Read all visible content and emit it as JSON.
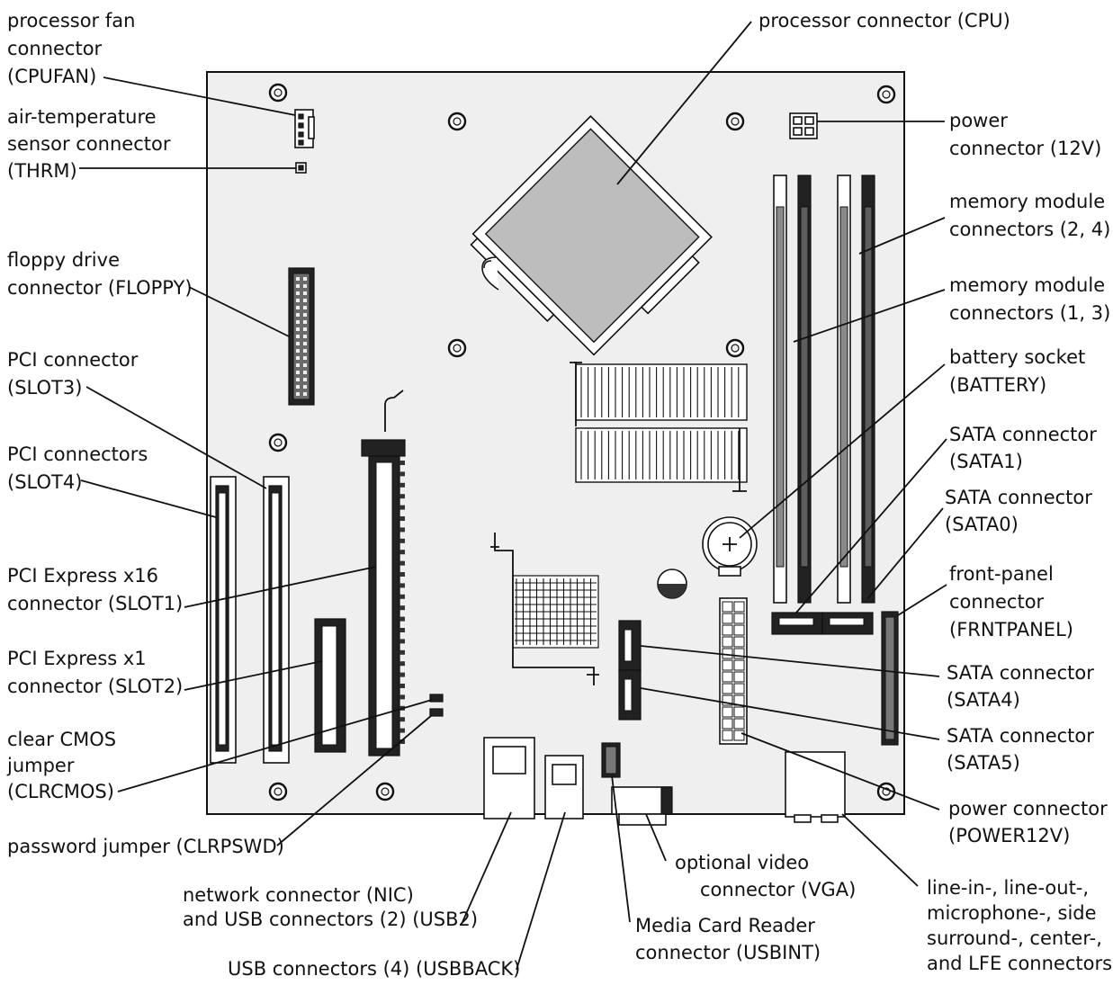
{
  "labels": {
    "cpufan": [
      "processor fan",
      "connector",
      "(CPUFAN)"
    ],
    "thrm": [
      "air-temperature",
      "sensor connector",
      "(THRM)"
    ],
    "floppy": [
      "floppy drive",
      "connector (FLOPPY)"
    ],
    "slot3": [
      "PCI connector",
      "(SLOT3)"
    ],
    "slot4": [
      "PCI connectors",
      "(SLOT4)"
    ],
    "slot1": [
      "PCI Express x16",
      "connector (SLOT1)"
    ],
    "slot2": [
      "PCI Express x1",
      "connector (SLOT2)"
    ],
    "clrcmos": [
      "clear CMOS",
      "jumper",
      "(CLRCMOS)"
    ],
    "clrpswd": [
      "password jumper (CLRPSWD)"
    ],
    "nic": [
      "network connector (NIC)",
      "and USB connectors (2) (USB2)"
    ],
    "usbback": [
      "USB connectors (4) (USBBACK)"
    ],
    "usbint": [
      "Media Card Reader",
      "connector (USBINT)"
    ],
    "vga": [
      "optional video",
      "connector (VGA)"
    ],
    "audio": [
      "line-in-, line-out-,",
      "microphone-, side",
      "surround-, center-,",
      "and LFE connectors"
    ],
    "power12v_main": [
      "power connector",
      "(POWER12V)"
    ],
    "sata5": [
      "SATA connector",
      "(SATA5)"
    ],
    "sata4": [
      "SATA connector",
      "(SATA4)"
    ],
    "frntpanel": [
      "front-panel",
      "connector",
      "(FRNTPANEL)"
    ],
    "sata0": [
      "SATA connector",
      "(SATA0)"
    ],
    "sata1": [
      "SATA connector",
      "(SATA1)"
    ],
    "battery": [
      "battery socket",
      "(BATTERY)"
    ],
    "mem13": [
      "memory module",
      "connectors (1, 3)"
    ],
    "mem24": [
      "memory module",
      "connectors (2, 4)"
    ],
    "power12v": [
      "power",
      "connector (12V)"
    ],
    "cpu": [
      "processor connector (CPU)"
    ]
  }
}
